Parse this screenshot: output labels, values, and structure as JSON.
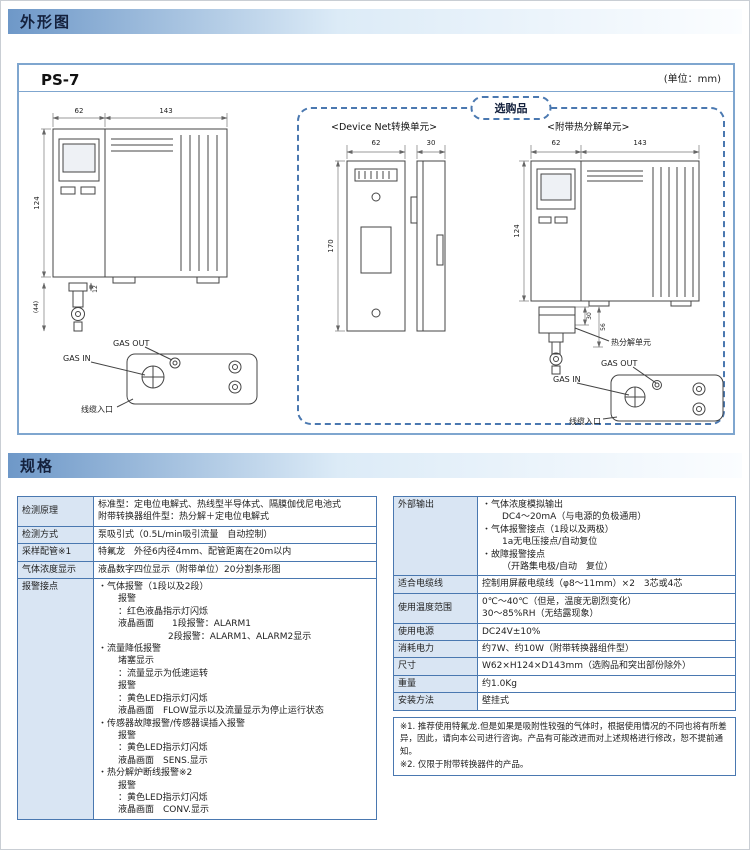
{
  "theme": {
    "accent": "#4a78b0",
    "label-bg": "#d9e5f3",
    "border-blue": "#7fa6cf",
    "header1": "#6e98c8",
    "header2": "#dcebf7"
  },
  "sections": {
    "outline": "外形图",
    "spec": "规格"
  },
  "drawing": {
    "model": "PS-7",
    "unit_note": "(单位：mm)",
    "optional_label": "选购品",
    "labels": {
      "gas_out": "GAS OUT",
      "gas_in": "GAS IN",
      "cable": "线缆入口"
    },
    "main": {
      "dim_w1": "62",
      "dim_w2": "143",
      "dim_h": "124",
      "dim_d": "12",
      "dim_e": "(44)"
    },
    "devicenet": {
      "title": "<Device Net转换单元>",
      "dim_w": "62",
      "dim_d": "30",
      "dim_h": "170"
    },
    "thermal": {
      "title": "<附带热分解单元>",
      "dim_w1": "62",
      "dim_w2": "143",
      "dim_h": "124",
      "dim_a": "30",
      "dim_b": "56",
      "unit_label": "热分解单元"
    }
  },
  "spec_left": {
    "rows": [
      {
        "label": "检测原理",
        "lines": [
          "标准型：定电位电解式、热线型半导体式、隔膜伽伐尼电池式",
          "附带转换器组件型：热分解＋定电位电解式"
        ]
      },
      {
        "label": "检测方式",
        "lines": [
          "泵吸引式（0.5L/min吸引流量　自动控制）"
        ]
      },
      {
        "label": "采样配管※1",
        "lines": [
          "特氟龙　外径6内径4mm、配管距离在20m以内"
        ]
      },
      {
        "label": "气体浓度显示",
        "lines": [
          "液晶数字四位显示（附带单位）20分割条形图"
        ]
      },
      {
        "label": "报警接点",
        "valign": "top",
        "lines": [
          {
            "t": "・气体报警（1段以及2段）",
            "i": 0
          },
          {
            "t": "报警",
            "i": 2
          },
          {
            "t": "：红色液晶指示灯闪烁",
            "i": 2
          },
          {
            "t": "液晶画面　　1段报警：ALARM1",
            "i": 2
          },
          {
            "t": "2段报警：ALARM1、ALARM2显示",
            "i": 7
          },
          {
            "t": "・流量降低报警",
            "i": 0
          },
          {
            "t": "堵塞显示",
            "i": 2
          },
          {
            "t": "：流量显示为低速运转",
            "i": 2
          },
          {
            "t": "报警",
            "i": 2
          },
          {
            "t": "：黄色LED指示灯闪烁",
            "i": 2
          },
          {
            "t": "液晶画面　FLOW显示以及流量显示为停止运行状态",
            "i": 2
          },
          {
            "t": "・传感器故障报警/传感器误插入报警",
            "i": 0
          },
          {
            "t": "报警",
            "i": 2
          },
          {
            "t": "：黄色LED指示灯闪烁",
            "i": 2
          },
          {
            "t": "液晶画面　SENS.显示",
            "i": 2
          },
          {
            "t": "・热分解炉断线报警※2",
            "i": 0
          },
          {
            "t": "报警",
            "i": 2
          },
          {
            "t": "：黄色LED指示灯闪烁",
            "i": 2
          },
          {
            "t": "液晶画面　CONV.显示",
            "i": 2
          }
        ]
      }
    ]
  },
  "spec_right": {
    "rows": [
      {
        "label": "外部输出",
        "valign": "top",
        "lines": [
          {
            "t": "・气体浓度模拟输出",
            "i": 0
          },
          {
            "t": "DC4～20mA（与电源的负极通用）",
            "i": 2
          },
          {
            "t": "・气体报警接点（1段以及两极）",
            "i": 0
          },
          {
            "t": "1a无电压接点/自动复位",
            "i": 2
          },
          {
            "t": "・故障报警接点",
            "i": 0
          },
          {
            "t": "（开路集电极/自动　复位）",
            "i": 2
          }
        ]
      },
      {
        "label": "适合电缆线",
        "lines": [
          "控制用屏蔽电缆线（φ8～11mm）×2　3芯或4芯"
        ]
      },
      {
        "label": "使用温度范围",
        "lines": [
          "0℃～40℃（但是，温度无剧烈变化）",
          "30～85%RH（无结露现象）"
        ]
      },
      {
        "label": "使用电源",
        "lines": [
          "DC24V±10%"
        ]
      },
      {
        "label": "消耗电力",
        "lines": [
          "约7W、约10W（附带转换器组件型）"
        ]
      },
      {
        "label": "尺寸",
        "lines": [
          "W62×H124×D143mm（选购品和突出部份除外）"
        ]
      },
      {
        "label": "重量",
        "lines": [
          "约1.0Kg"
        ]
      },
      {
        "label": "安装方法",
        "lines": [
          "壁挂式"
        ]
      }
    ]
  },
  "footnotes": {
    "lines": [
      "※1. 推荐使用特氟龙.但是如果是吸附性较强的气体时，根据使用情况的不同也将有所差异，因此，请向本公司进行咨询。产品有可能改进而对上述规格进行修改，恕不提前通知。",
      "※2. 仅限于附带转换器件的产品。"
    ]
  }
}
